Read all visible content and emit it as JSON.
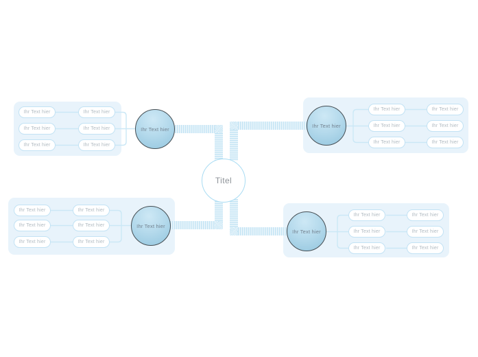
{
  "app": {
    "type": "mindmap-canvas",
    "background": "#ffffff"
  },
  "center": {
    "label": "Titel"
  },
  "branches": [
    {
      "name": "top-left",
      "node_label": "Ihr Text hier",
      "pills": [
        "Ihr Text hier",
        "Ihr Text hier",
        "Ihr Text hier",
        "Ihr Text hier",
        "Ihr Text hier",
        "Ihr Text hier"
      ]
    },
    {
      "name": "top-right",
      "node_label": "Ihr Text hier",
      "pills": [
        "Ihr Text hier",
        "Ihr Text hier",
        "Ihr Text hier",
        "Ihr Text hier",
        "Ihr Text hier",
        "Ihr Text hier"
      ]
    },
    {
      "name": "bottom-left",
      "node_label": "Ihr Text hier",
      "pills": [
        "Ihr Text hier",
        "Ihr Text hier",
        "Ihr Text hier",
        "Ihr Text hier",
        "Ihr Text hier",
        "Ihr Text hier"
      ]
    },
    {
      "name": "bottom-right",
      "node_label": "Ihr Text hier",
      "pills": [
        "Ihr Text hier",
        "Ihr Text hier",
        "Ihr Text hier",
        "Ihr Text hier",
        "Ihr Text hier",
        "Ihr Text hier"
      ]
    }
  ],
  "colors": {
    "panel_bg": "#e8f3fb",
    "pill_border": "#c2e2f4",
    "pill_text": "#b0bac1",
    "node_fill_light": "#cde8f5",
    "node_fill_dark": "#9ccbe2",
    "node_border": "#454d52",
    "node_text": "#73828f",
    "center_border": "#a9dcf3",
    "center_text": "#8d9298",
    "ribbon_stripe": "#c4e4f4",
    "ribbon_gap": "#eef7fc",
    "connector_line": "#cbe8f6"
  }
}
